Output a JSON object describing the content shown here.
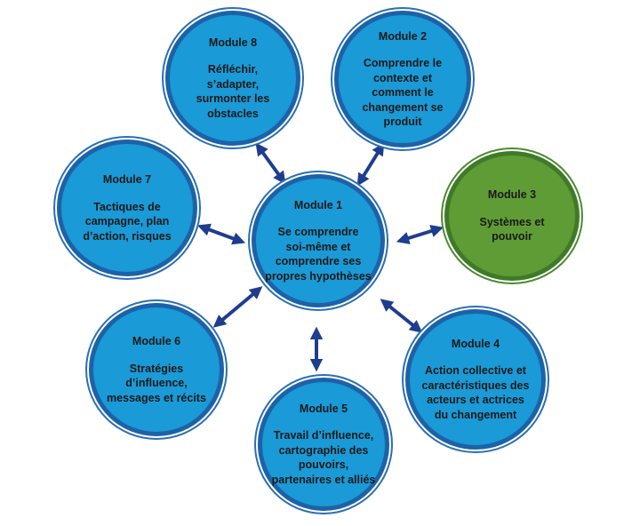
{
  "modules": {
    "m1": {
      "title": "Module 1",
      "desc": "Se comprendre\nsoi-même et\ncomprendre ses\npropres hypothèses"
    },
    "m2": {
      "title": "Module 2",
      "desc": "Comprendre le\ncontexte et\ncomment le\nchangement se\nproduit"
    },
    "m3": {
      "title": "Module 3",
      "desc": "Systèmes et\npouvoir"
    },
    "m4": {
      "title": "Module 4",
      "desc": "Action collective et\ncaractéristiques des\nacteurs et actrices\ndu changement"
    },
    "m5": {
      "title": "Module 5",
      "desc": "Travail d’influence,\ncartographie des\npouvoirs,\npartenaires et alliés"
    },
    "m6": {
      "title": "Module 6",
      "desc": "Stratégies\nd’influence,\nmessages et récits"
    },
    "m7": {
      "title": "Module 7",
      "desc": "Tactiques de\ncampagne, plan\nd’action, risques"
    },
    "m8": {
      "title": "Module 8",
      "desc": "Réfléchir,\ns’adapter,\nsurmonter les\nobstacles"
    }
  },
  "colors": {
    "circle_fill": "#1a9ad6",
    "circle_border": "#1d62a8",
    "highlight_fill": "#5f9c36",
    "highlight_border": "#3f7a28",
    "arrow": "#1f3d8f"
  }
}
